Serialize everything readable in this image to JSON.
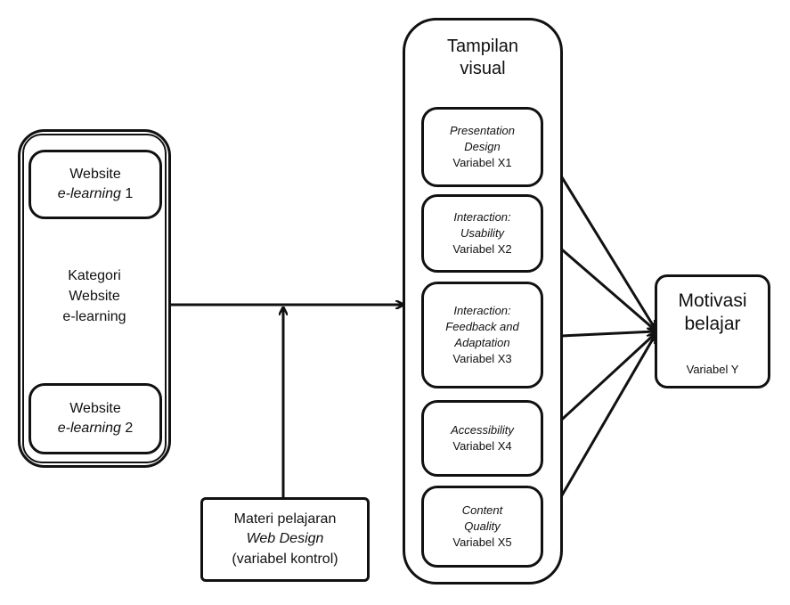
{
  "left_group": {
    "top_box": {
      "line1": "Website",
      "line2_italic": "e-learning",
      "line2_suffix": " 1"
    },
    "center": {
      "line1": "Kategori",
      "line2": "Website",
      "line3": "e-learning"
    },
    "bottom_box": {
      "line1": "Website",
      "line2_italic": "e-learning",
      "line2_suffix": " 2"
    }
  },
  "control": {
    "line1": "Materi pelajaran",
    "line2_italic": "Web Design",
    "line3": "(variabel kontrol)"
  },
  "visual_group": {
    "title_line1": "Tampilan",
    "title_line2": "visual",
    "items": [
      {
        "italic_lines": [
          "Presentation",
          "Design"
        ],
        "variable": "Variabel X1"
      },
      {
        "italic_lines": [
          "Interaction:",
          "Usability"
        ],
        "variable": "Variabel X2"
      },
      {
        "italic_lines": [
          "Interaction:",
          "Feedback and",
          "Adaptation"
        ],
        "variable": "Variabel X3"
      },
      {
        "italic_lines": [
          "Accessibility"
        ],
        "variable": "Variabel X4"
      },
      {
        "italic_lines": [
          "Content",
          "Quality"
        ],
        "variable": "Variabel X5"
      }
    ]
  },
  "output": {
    "line1": "Motivasi",
    "line2": "belajar",
    "variable": "Variabel Y"
  },
  "colors": {
    "stroke": "#111111",
    "background": "#ffffff"
  }
}
